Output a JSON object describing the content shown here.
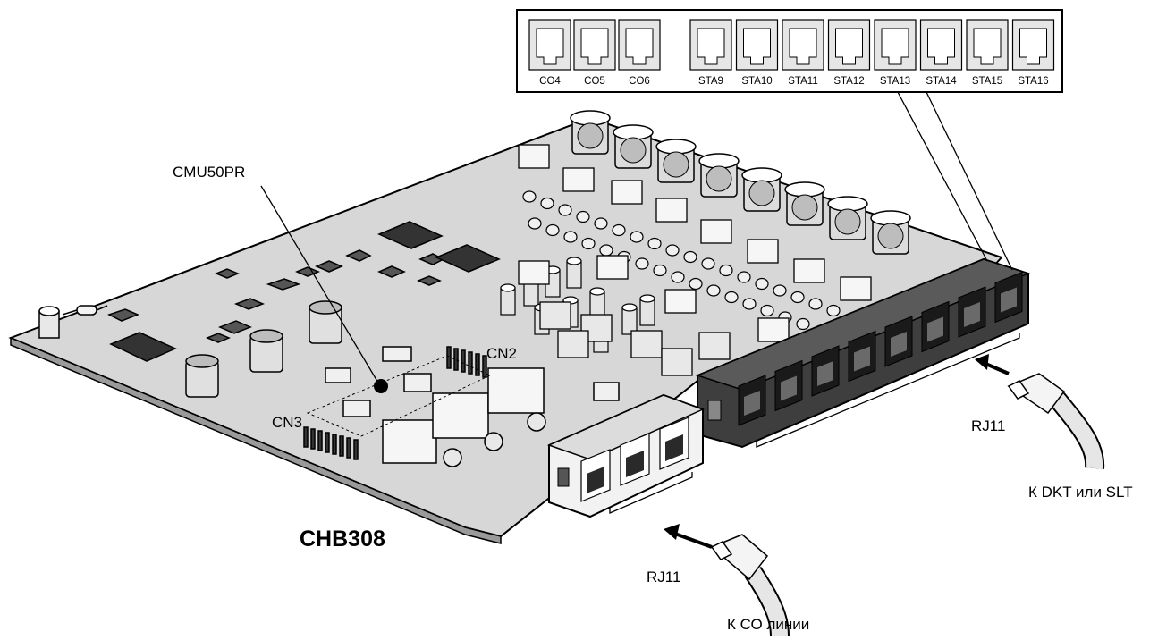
{
  "ports": {
    "co": [
      "CO4",
      "CO5",
      "CO6"
    ],
    "sta": [
      "STA9",
      "STA10",
      "STA11",
      "STA12",
      "STA13",
      "STA14",
      "STA15",
      "STA16"
    ]
  },
  "labels": {
    "chip": "CMU50PR",
    "cn2": "CN2",
    "cn3": "CN3",
    "board": "CHB308",
    "rj11_right": "RJ11",
    "rj11_left": "RJ11",
    "to_dkt_slt": "К DKT или SLT",
    "to_co_lines": "К СО линии"
  },
  "colors": {
    "board_fill": "#d7d7d7",
    "line": "#000000",
    "dark_jack": "#4a4a4a",
    "light_jack": "#efefef",
    "port_panel_fill": "#e6e6e6"
  }
}
